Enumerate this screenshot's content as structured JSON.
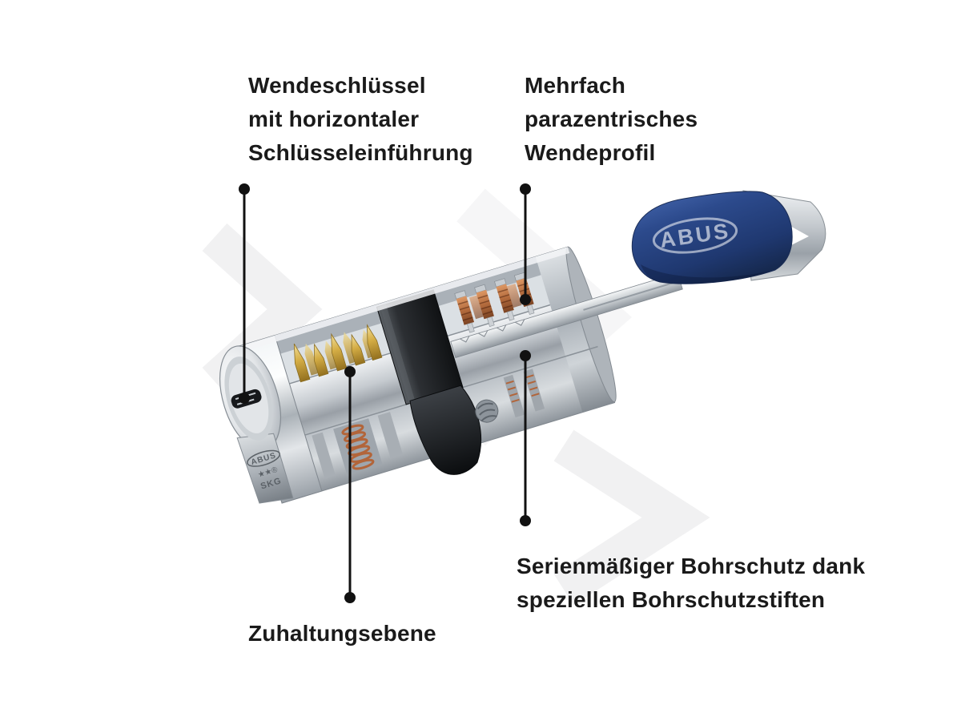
{
  "labels": {
    "reversible_key": {
      "lines": [
        "Wendeschlüssel",
        "mit horizontaler",
        "Schlüsseleinführung"
      ]
    },
    "paracentric_profile": {
      "lines": [
        "Mehrfach",
        "parazentrisches",
        "Wendeprofil"
      ]
    },
    "tumbler_level": {
      "lines": [
        "Zuhaltungsebene"
      ]
    },
    "drill_protection": {
      "lines": [
        "Serienmäßiger Bohrschutz dank",
        "speziellen Bohrschutzstiften"
      ]
    }
  },
  "lock": {
    "key_brand": "ABUS",
    "face_brand": "ABUS",
    "face_rating": "★★®",
    "face_cert": "SKG"
  },
  "colors": {
    "text": "#1a1a1a",
    "callout": "#111111",
    "key_blue": "#2c4a8c",
    "brass": "#d4ad45",
    "copper": "#b26a3c",
    "chrome": "#c7ccd0",
    "background": "#ffffff"
  }
}
